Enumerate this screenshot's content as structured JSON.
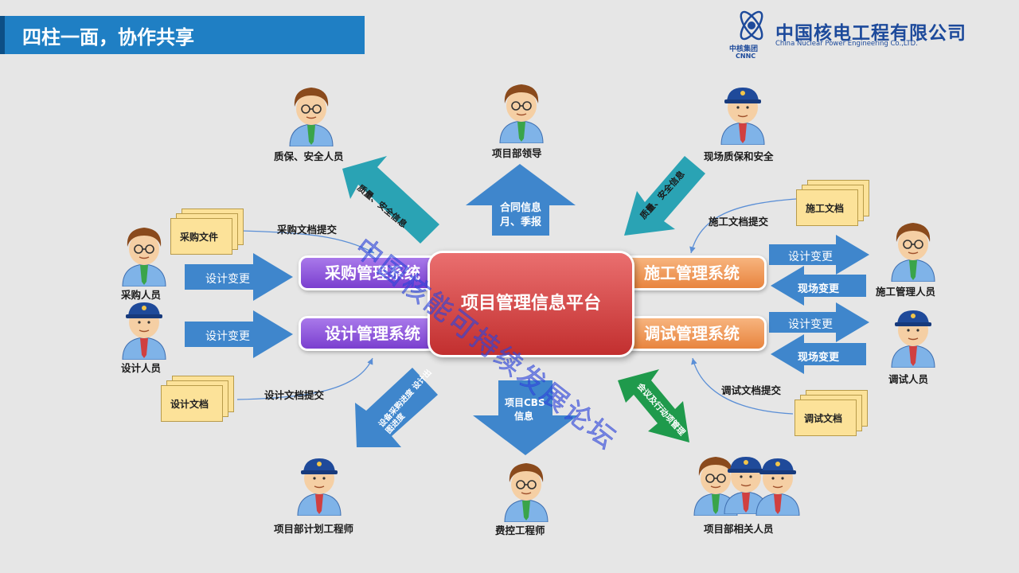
{
  "header": {
    "title": "四柱一面，协作共享"
  },
  "logo": {
    "name_zh": "中国核电工程有限公司",
    "name_en": "China Nuclear Power Engineering Co.,LTD.",
    "group": "中核集团",
    "abbr": "CNNC"
  },
  "center": {
    "label": "项目管理信息平台"
  },
  "systems": {
    "procurement": "采购管理系统",
    "design": "设计管理系统",
    "construction": "施工管理系统",
    "commissioning": "调试管理系统"
  },
  "people": {
    "quality_safety": "质保、安全人员",
    "project_leader": "项目部领导",
    "site_quality_safety": "现场质保和安全",
    "purchaser": "采购人员",
    "designer": "设计人员",
    "construction_manager": "施工管理人员",
    "commissioning_staff": "调试人员",
    "planning_engineer": "项目部计划工程师",
    "cost_engineer": "费控工程师",
    "related_staff": "项目部相关人员"
  },
  "documents": {
    "procurement_doc": "采购文件",
    "design_doc": "设计文档",
    "construction_doc": "施工文档",
    "commissioning_doc": "调试文档"
  },
  "flow_labels": {
    "procurement_submit": "采购文档提交",
    "design_submit": "设计文档提交",
    "construction_submit": "施工文档提交",
    "commissioning_submit": "调试文档提交"
  },
  "arrows": {
    "quality_info": "质量、安全信息",
    "site_quality_info": "质量、安全信息",
    "contract_line1": "合同信息",
    "contract_line2": "月、季报",
    "cbs_line1": "项目CBS",
    "cbs_line2": "信息",
    "design_change_1": "设计变更",
    "design_change_2": "设计变更",
    "design_change_3": "设计变更",
    "design_change_4": "设计变更",
    "site_change_1": "现场变更",
    "site_change_2": "现场变更",
    "progress_info": "设备采购进度 设计出图进度",
    "meeting_info": "会议及行动项管理"
  },
  "watermark": "中国核能可持续发展论坛",
  "colors": {
    "title_bar": "#1f7fc4",
    "blue_arrow": "#3f86cc",
    "teal_arrow": "#2aa3b4",
    "green_arrow": "#1f9a4c",
    "purple_system": "#8a4fdb",
    "orange_system": "#ef9a55",
    "center": "#d74a4a",
    "document": "#fce299"
  }
}
